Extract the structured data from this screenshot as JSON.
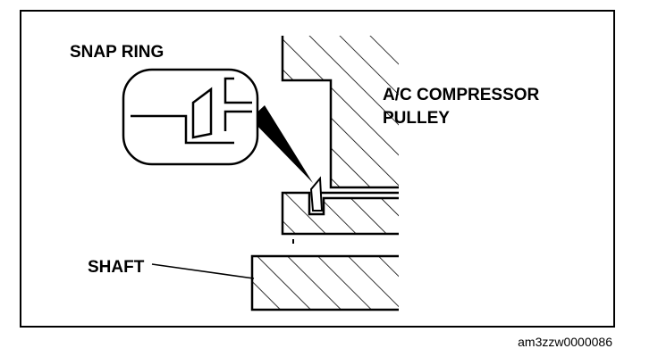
{
  "labels": {
    "snap_ring": "SNAP RING",
    "pulley_line1": "A/C COMPRESSOR",
    "pulley_line2": "PULLEY",
    "shaft": "SHAFT"
  },
  "figure_code": "am3zzw0000086"
}
